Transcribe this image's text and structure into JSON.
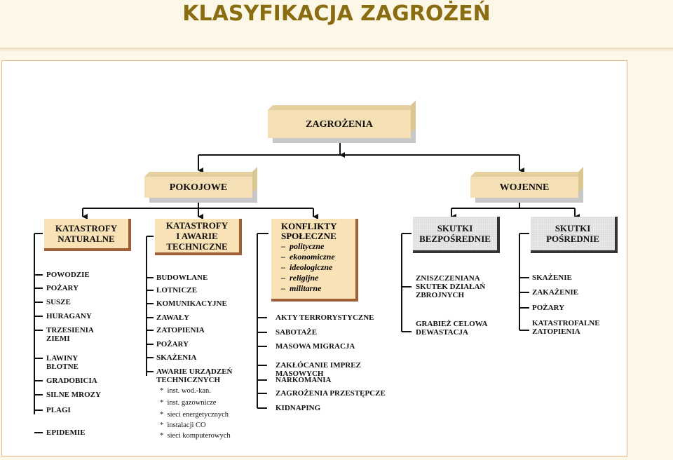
{
  "slide_title": "KLASYFIKACJA ZAGROŻEŃ",
  "root": "ZAGROŻENIA",
  "pokojowe": "POKOJOWE",
  "wojenne": "WOJENNE",
  "natural": {
    "title_line1": "KATASTROFY",
    "title_line2": "NATURALNE",
    "items": [
      "POWODZIE",
      "POŻARY",
      "SUSZE",
      "HURAGANY",
      "TRZESIENIA ZIEMI",
      "LAWINY BŁOTNE",
      "GRADOBICIA",
      "SILNE MROZY",
      "PLAGI",
      "EPIDEMIE"
    ]
  },
  "technical": {
    "title_line1": "KATASTROFY",
    "title_line2": "I AWARIE",
    "title_line3": "TECHNICZNE",
    "items": [
      "BUDOWLANE",
      "LOTNICZE",
      "KOMUNIKACYJNE",
      "ZAWAŁY",
      "ZATOPIENIA",
      "POŻARY",
      "SKAŻENIA",
      "AWARIE URZĄDZEŃ TECHNICZNYCH"
    ],
    "subitems": [
      "inst. wod.-kan.",
      "inst. gazownicze",
      "sieci energetycznych",
      "instalacji CO",
      "sieci komputerowych"
    ]
  },
  "conflicts": {
    "title_line1": "KONFLIKTY",
    "title_line2": "SPOŁECZNE",
    "kinds": [
      "polityczne",
      "ekonomiczne",
      "ideologiczne",
      "religijne",
      "militarne"
    ],
    "items": [
      "AKTY TERRORYSTYCZNE",
      "SABOTAŻE",
      "MASOWA MIGRACJA",
      "ZAKŁÓCANIE IMPREZ MASOWYCH",
      "NARKOMANIA",
      "ZAGROŻENIA PRZESTĘPCZE",
      "KIDNAPING"
    ]
  },
  "direct": {
    "title_line1": "SKUTKI",
    "title_line2": "BEZPOŚREDNIE",
    "items": [
      "ZNISZCZENIANA SKUTEK DZIAŁAŃ ZBROJNYCH",
      "GRABIEŻ CELOWA DEWASTACJA"
    ]
  },
  "indirect": {
    "title_line1": "SKUTKI",
    "title_line2": "POŚREDNIE",
    "items": [
      "SKAŻENIE",
      "ZAKAŻENIE",
      "POŻARY",
      "KATASTROFALNE ZATOPIENIA"
    ]
  }
}
